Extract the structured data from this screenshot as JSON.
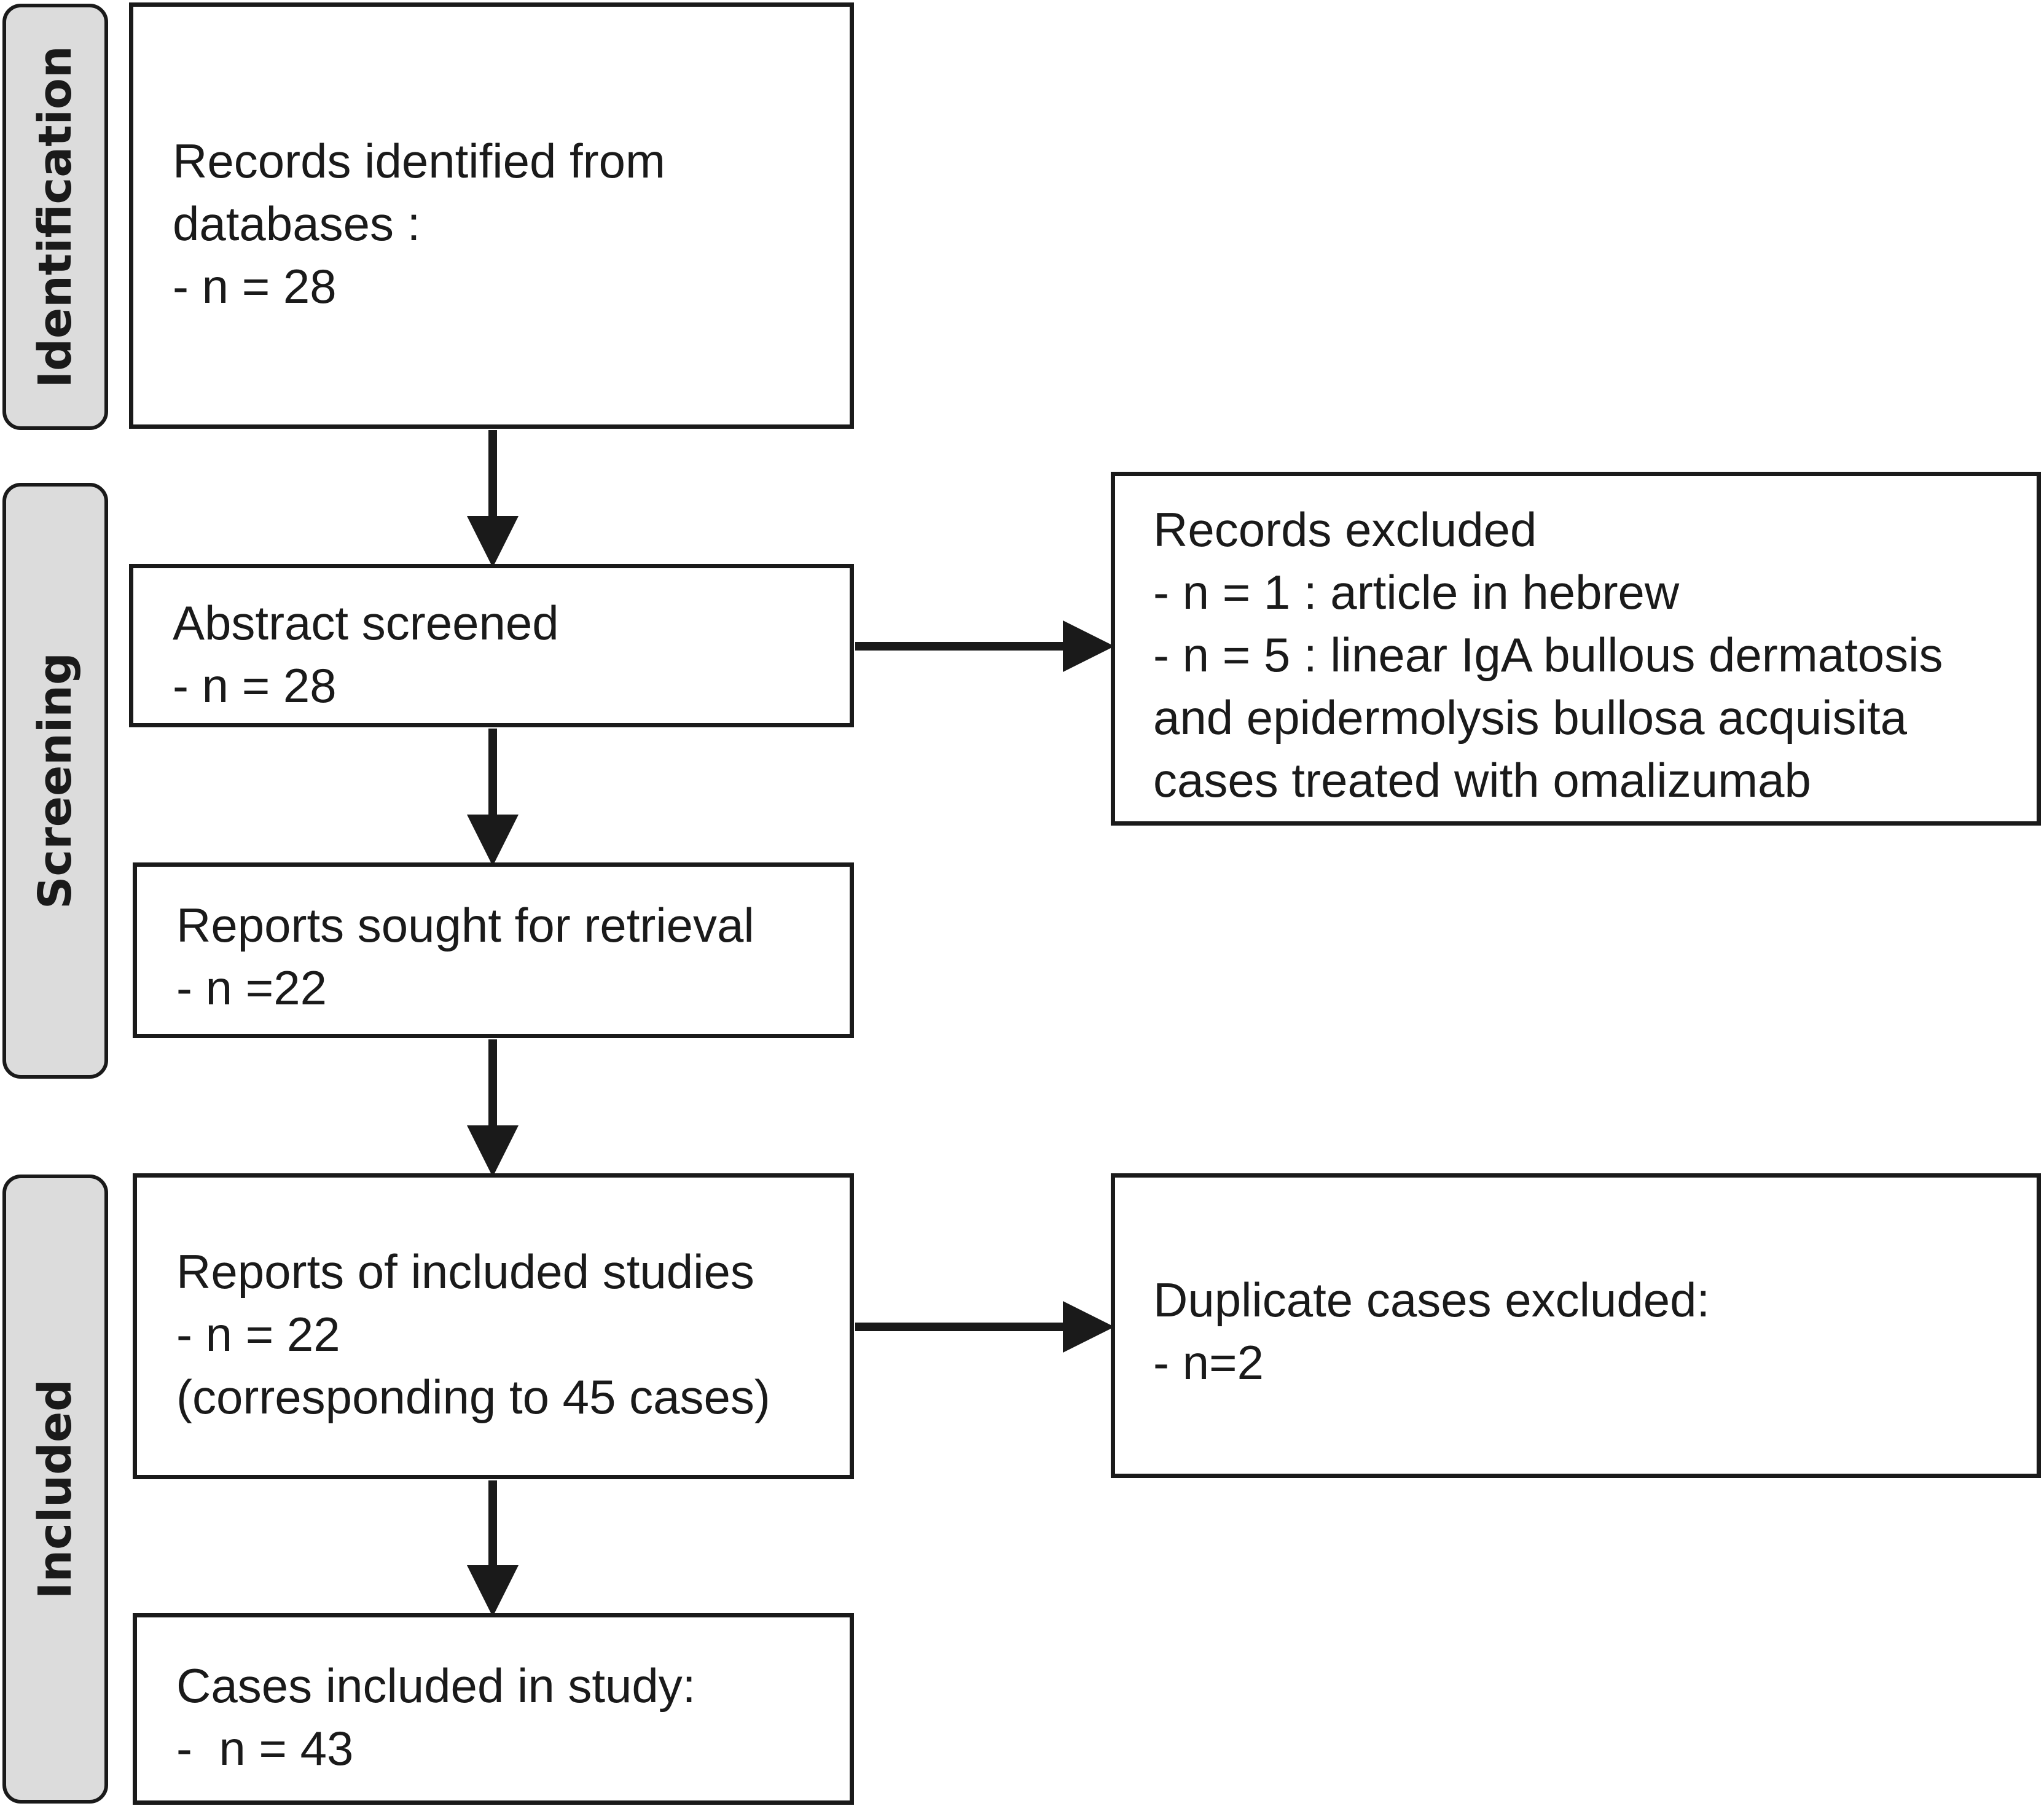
{
  "phases": {
    "identification": "Identification",
    "screening": "Screening",
    "included": "Included"
  },
  "boxes": {
    "records_identified": {
      "lines": [
        "Records identified from",
        "databases :",
        "- n = 28"
      ]
    },
    "abstract_screened": {
      "lines": [
        "Abstract screened",
        "- n = 28"
      ]
    },
    "reports_sought": {
      "lines": [
        "Reports sought for retrieval",
        "- n =22"
      ]
    },
    "reports_included": {
      "lines": [
        "Reports of included studies",
        "- n = 22",
        "(corresponding to 45 cases)"
      ]
    },
    "cases_included": {
      "lines": [
        "Cases included in study:",
        "-  n = 43"
      ]
    },
    "records_excluded": {
      "lines": [
        "Records excluded",
        "- n = 1 : article in hebrew",
        "- n = 5 : linear IgA bullous dermatosis",
        "and epidermolysis bullosa acquisita",
        "cases treated with omalizumab"
      ]
    },
    "duplicates_excluded": {
      "lines": [
        "Duplicate cases excluded:",
        "- n=2"
      ]
    }
  },
  "colors": {
    "stroke": "#1a1a1a",
    "phase_fill": "#dcdcdc",
    "box_fill": "#ffffff"
  }
}
